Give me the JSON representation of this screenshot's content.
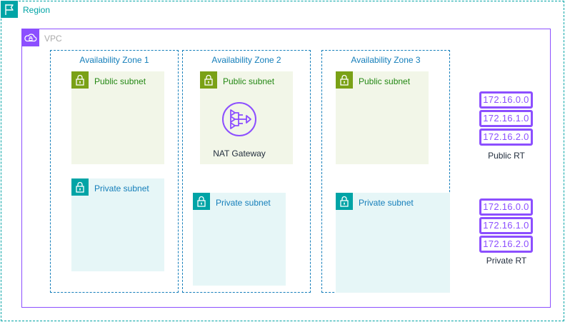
{
  "region": {
    "label": "Region"
  },
  "vpc": {
    "label": "VPC"
  },
  "zones": [
    {
      "label": "Availability Zone 1",
      "public_subnet": "Public subnet",
      "private_subnet": "Private subnet"
    },
    {
      "label": "Availability Zone 2",
      "public_subnet": "Public subnet",
      "private_subnet": "Private subnet",
      "nat_gateway": "NAT Gateway"
    },
    {
      "label": "Availability Zone 3",
      "public_subnet": "Public subnet",
      "private_subnet": "Private subnet"
    }
  ],
  "route_tables": [
    {
      "label": "Public RT",
      "entries": [
        "172.16.0.0",
        "172.16.1.0",
        "172.16.2.0"
      ]
    },
    {
      "label": "Private RT",
      "entries": [
        "172.16.0.0",
        "172.16.1.0",
        "172.16.2.0"
      ]
    }
  ],
  "colors": {
    "region": "#00a4a6",
    "vpc": "#8c4fff",
    "availability_zone": "#147eba",
    "public_subnet": "#7aa116",
    "private_subnet": "#00a4a6"
  },
  "icons": {
    "region": "flag-icon",
    "vpc": "cloud-lock-icon",
    "subnet": "padlock-icon",
    "nat_gateway": "nat-gateway-icon"
  }
}
